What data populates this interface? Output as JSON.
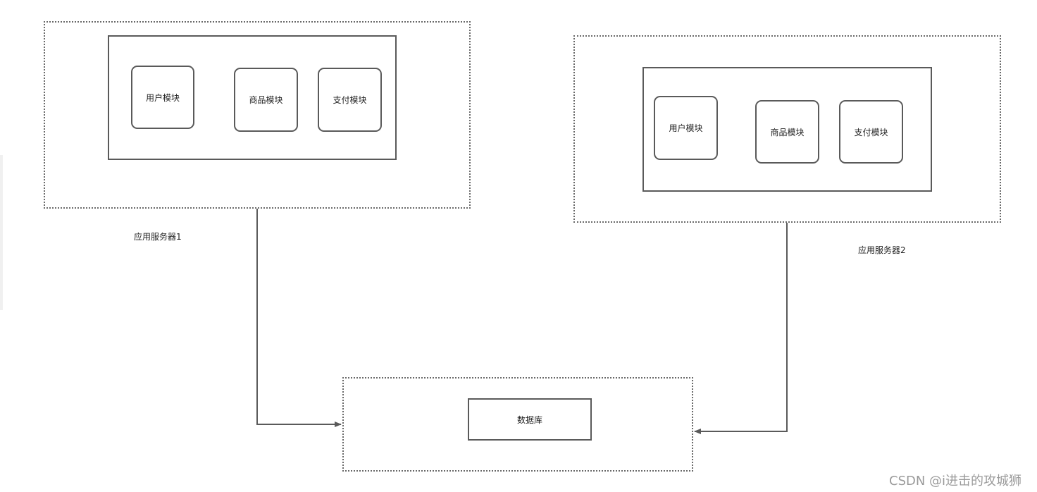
{
  "servers": [
    {
      "caption": "应用服务器1",
      "modules": [
        "用户模块",
        "商品模块",
        "支付模块"
      ]
    },
    {
      "caption": "应用服务器2",
      "modules": [
        "用户模块",
        "商品模块",
        "支付模块"
      ]
    }
  ],
  "database": {
    "label": "数据库"
  },
  "watermark": "CSDN @i进击的攻城狮",
  "colors": {
    "stroke": "#5a5a5a",
    "dotted": "#6a6a6a",
    "watermark": "#9a9a9a"
  }
}
